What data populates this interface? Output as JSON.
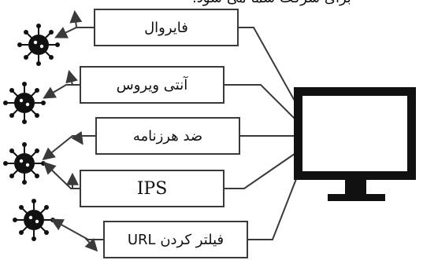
{
  "caption": "برای شرکت شما می شود.",
  "boxes": [
    {
      "label": "فایروال"
    },
    {
      "label": "آنتی ویروس"
    },
    {
      "label": "ضد هرزنامه"
    },
    {
      "label": "IPS"
    },
    {
      "label": "فیلتر کردن URL"
    }
  ],
  "colors": {
    "stroke": "#3a3a3a",
    "icon": "#111111",
    "background": "#ffffff"
  },
  "icons": {
    "threat": "virus-icon",
    "device": "monitor-icon"
  }
}
